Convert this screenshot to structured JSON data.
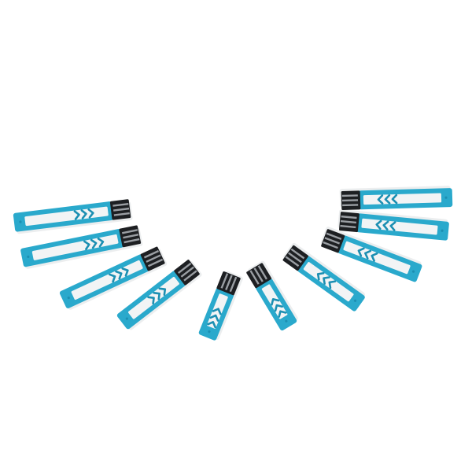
{
  "photo": {
    "background": "#ffffff",
    "strip_count": 10,
    "colors": {
      "strip_body": "#2aa9cc",
      "strip_body_dark": "#1c8fb2",
      "strip_inlay": "#f2f4f5",
      "contact_black": "#1d1f22",
      "contact_silver": "#9a9ea3",
      "shadow": "#c9ced2"
    },
    "strips": [
      {
        "id": "strip-1"
      },
      {
        "id": "strip-2"
      },
      {
        "id": "strip-3"
      },
      {
        "id": "strip-4"
      },
      {
        "id": "strip-5"
      },
      {
        "id": "strip-6"
      },
      {
        "id": "strip-7"
      },
      {
        "id": "strip-8"
      },
      {
        "id": "strip-9"
      },
      {
        "id": "strip-10"
      }
    ]
  }
}
